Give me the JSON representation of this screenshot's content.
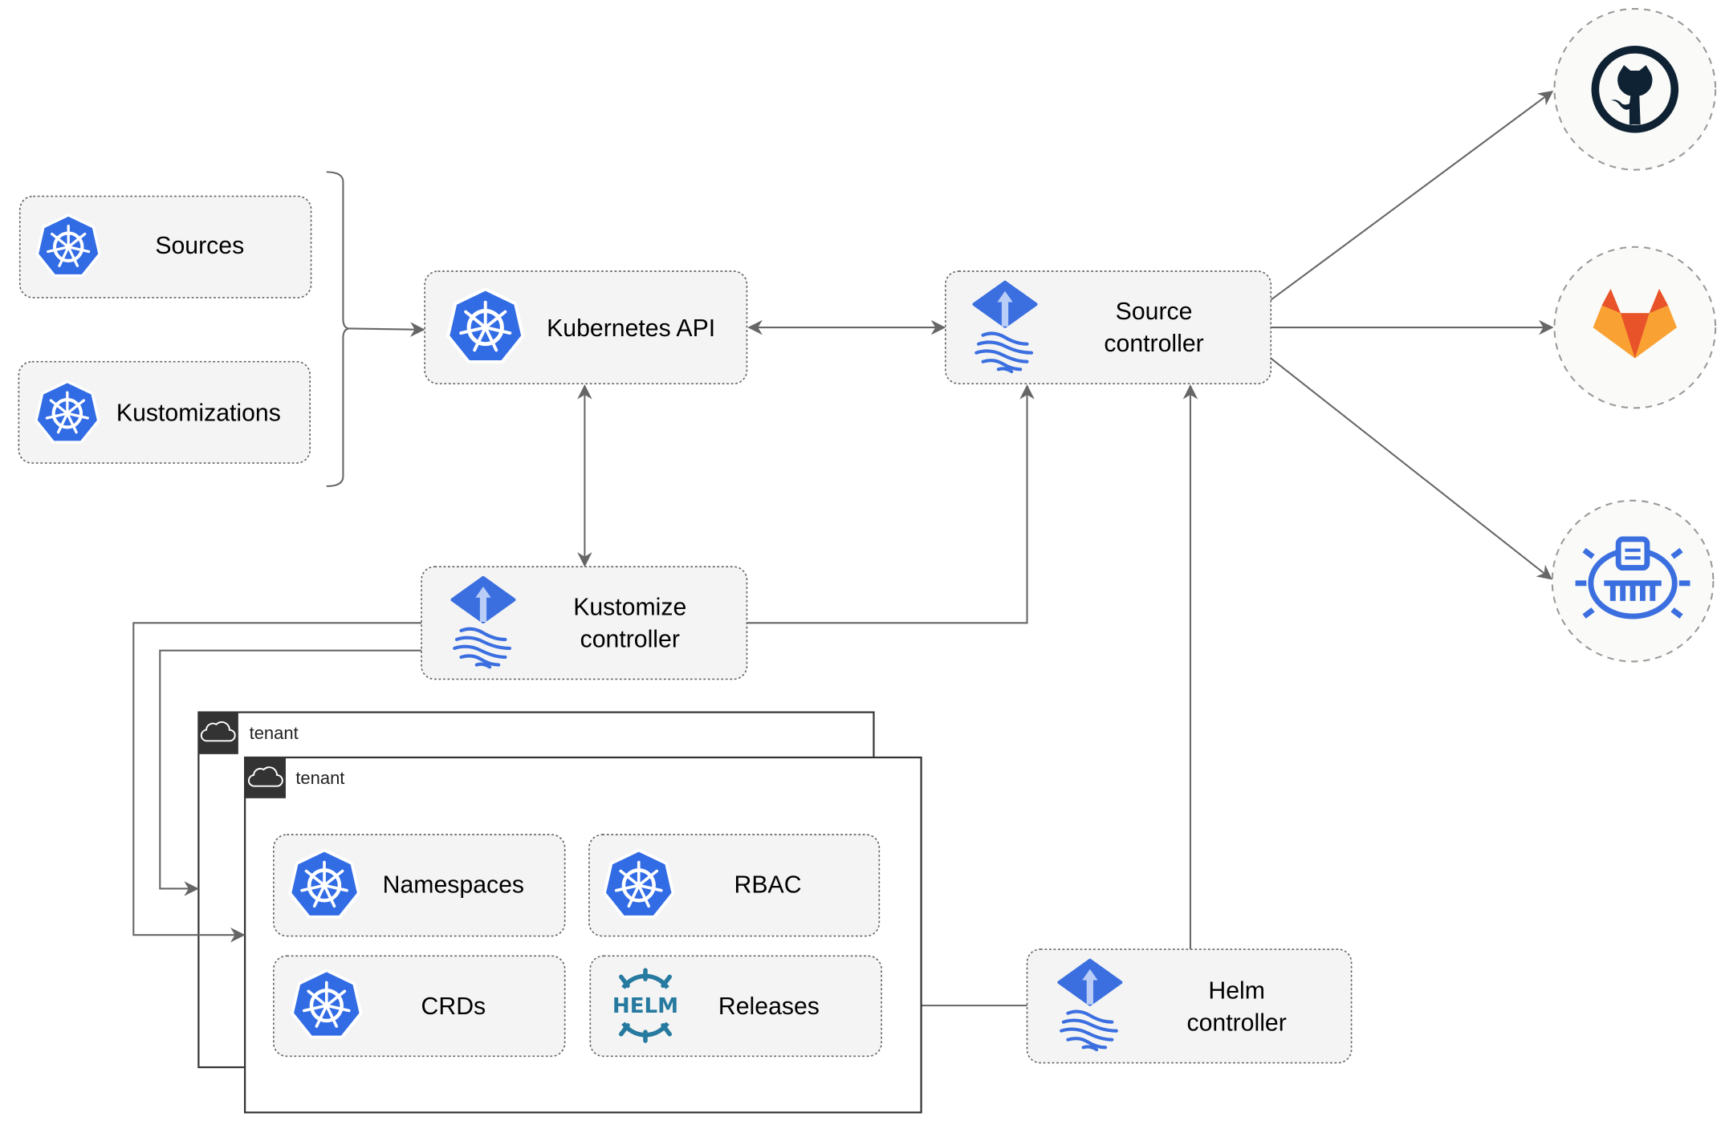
{
  "nodes": {
    "sources": "Sources",
    "kustomizations": "Kustomizations",
    "kubernetes_api": "Kubernetes API",
    "source_controller": [
      "Source",
      "controller"
    ],
    "kustomize_controller": [
      "Kustomize",
      "controller"
    ],
    "helm_controller": [
      "Helm",
      "controller"
    ],
    "namespaces": "Namespaces",
    "rbac": "RBAC",
    "crds": "CRDs",
    "releases": "Releases"
  },
  "tenants": [
    "tenant",
    "tenant"
  ],
  "external_sources": [
    "github-icon",
    "gitlab-icon",
    "bucket-icon"
  ],
  "icons": {
    "helm_logo_text": "HELM"
  },
  "colors": {
    "kubernetes_blue": "#326ce5",
    "flux_blue": "#3b6fe0",
    "helm_teal": "#277a9f",
    "github_dark": "#0f2233",
    "gitlab_orange": "#e8532a",
    "gitlab_light": "#f9a133",
    "edge": "#666666",
    "tenant_header": "#333333"
  }
}
